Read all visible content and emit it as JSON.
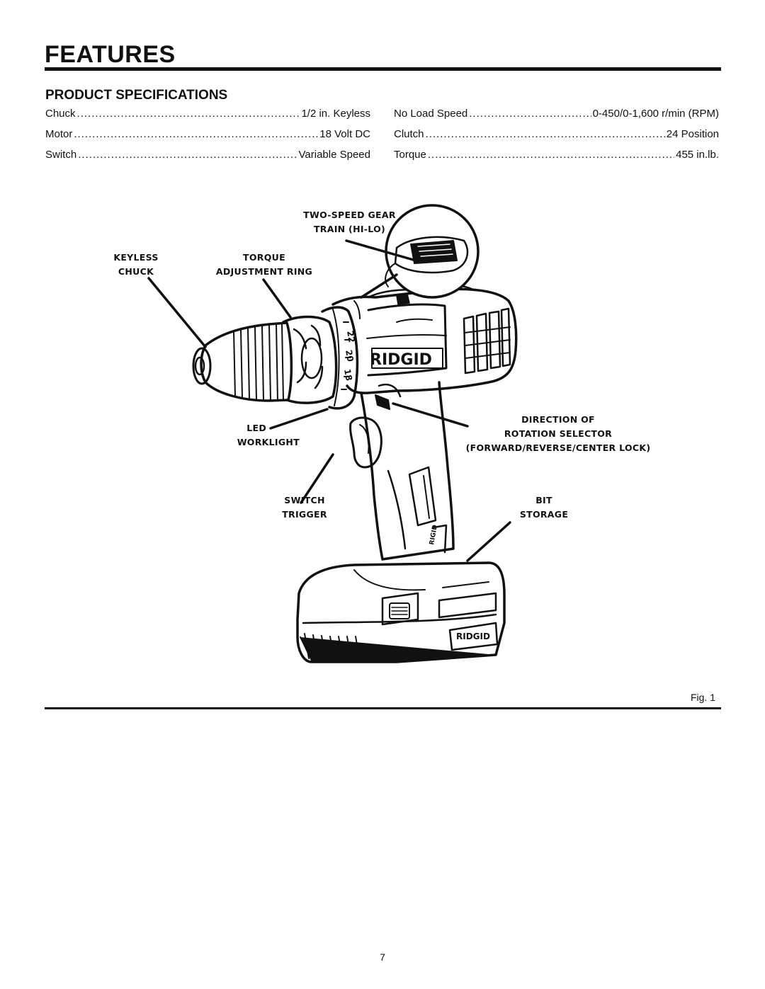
{
  "header": {
    "title": "FEATURES"
  },
  "specs": {
    "title": "PRODUCT SPECIFICATIONS",
    "left": [
      {
        "label": "Chuck",
        "value": "1/2 in. Keyless"
      },
      {
        "label": "Motor",
        "value": "18 Volt DC"
      },
      {
        "label": "Switch",
        "value": "Variable Speed"
      }
    ],
    "right": [
      {
        "label": "No Load Speed",
        "value": "0-450/0-1,600 r/min (RPM)"
      },
      {
        "label": "Clutch",
        "value": "24 Position"
      },
      {
        "label": "Torque",
        "value": "455 in.lb."
      }
    ]
  },
  "figure": {
    "brand_logo": "RIDGID",
    "torque_ring_numbers": [
      "22",
      "20",
      "18"
    ],
    "callouts": {
      "two_speed": [
        "TWO-SPEED GEAR",
        "TRAIN (HI-LO)"
      ],
      "keyless": [
        "KEYLESS",
        "CHUCK"
      ],
      "torque": [
        "TORQUE",
        "ADJUSTMENT RING"
      ],
      "direction": [
        "DIRECTION OF",
        "ROTATION SELECTOR",
        "(FORWARD/REVERSE/CENTER LOCK)"
      ],
      "led": [
        "LED",
        "WORKLIGHT"
      ],
      "switch": [
        "SWITCH",
        "TRIGGER"
      ],
      "bit": [
        "BIT",
        "STORAGE"
      ]
    },
    "fig_label": "Fig. 1"
  },
  "footer": {
    "page_number": "7"
  }
}
